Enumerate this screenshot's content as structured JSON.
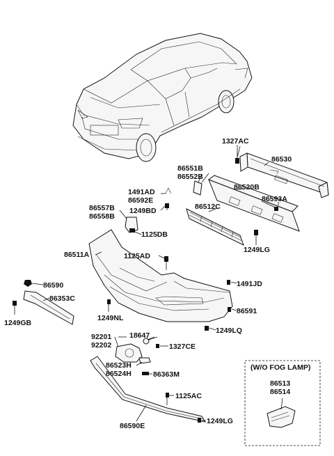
{
  "labels": {
    "l1327AC": "1327AC",
    "l86530": "86530",
    "l86551B": "86551B",
    "l86552B": "86552B",
    "l86520B": "86520B",
    "l1491AD": "1491AD",
    "l86592E": "86592E",
    "l86593A": "86593A",
    "l86557B": "86557B",
    "l86558B": "86558B",
    "l1249BD": "1249BD",
    "l86512C": "86512C",
    "l1125DB": "1125DB",
    "l1249LG_a": "1249LG",
    "l86511A": "86511A",
    "l1125AD": "1125AD",
    "l86590": "86590",
    "l1491JD": "1491JD",
    "l86353C": "86353C",
    "l1249GB": "1249GB",
    "l1249NL": "1249NL",
    "l86591": "86591",
    "l1249LQ": "1249LQ",
    "l92201": "92201",
    "l92202": "92202",
    "l18647": "18647",
    "l1327CE": "1327CE",
    "l86523H": "86523H",
    "l86524H": "86524H",
    "l86363M": "86363M",
    "l1125AC": "1125AC",
    "l86590E": "86590E",
    "l1249LG_b": "1249LG",
    "fogTitle": "(W/O FOG LAMP)",
    "l86513": "86513",
    "l86514": "86514"
  }
}
